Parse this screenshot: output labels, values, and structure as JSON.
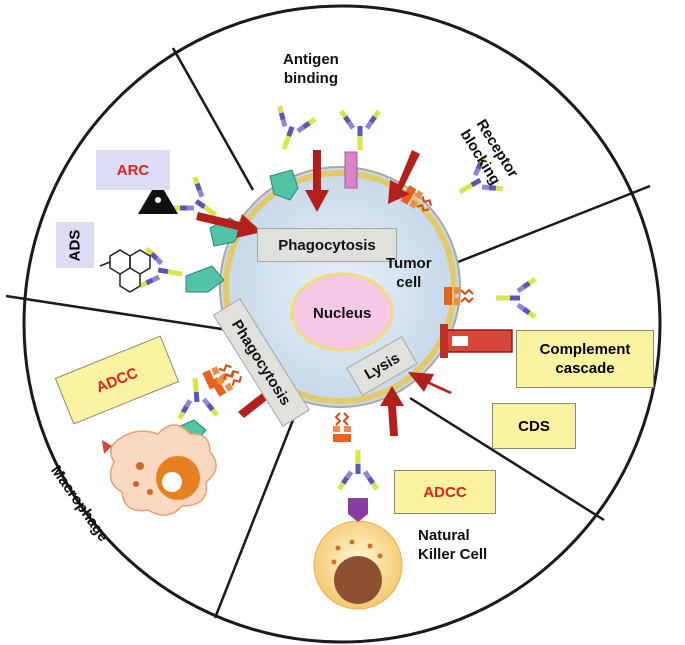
{
  "labels": {
    "antigen_binding": "Antigen\nbinding",
    "receptor_blocking": "Receptor\nblocking",
    "arc": "ARC",
    "ads": "ADS",
    "phagocytosis_top": "Phagocytosis",
    "tumor_cell": "Tumor\ncell",
    "nucleus": "Nucleus",
    "phagocytosis_left": "Phagocytosis",
    "lysis": "Lysis",
    "complement_cascade": "Complement\ncascade",
    "cds": "CDS",
    "adcc_left": "ADCC",
    "adcc_bottom": "ADCC",
    "macrophage": "Macrophage",
    "natural_killer_cell": "Natural\nKiller Cell"
  },
  "colors": {
    "outline": "#1a1a1a",
    "arrow": "#b3201c",
    "cell_fill": "#cfe0ee",
    "cell_ring": "#e2c96a",
    "nucleus_fill": "#f6c8e6",
    "nucleus_ring": "#f0dc7a",
    "label_red": "#e0231a",
    "box_yellow": "#fbf2a2",
    "box_purple": "#dcdcf4",
    "box_gray": "#e0e0dc",
    "antigen_teal": "#4fc2a8",
    "receptor_pink": "#d884c8",
    "receptor_orange": "#e9621c",
    "antibody_blue": "#5a56b8",
    "antibody_yellow": "#d8e648",
    "complement_red": "#d8453a"
  },
  "icons": [
    "radiation-icon",
    "drug-molecule-icon",
    "antibody-icon",
    "macrophage-cell-icon",
    "nk-cell-icon",
    "complement-protein-icon"
  ]
}
